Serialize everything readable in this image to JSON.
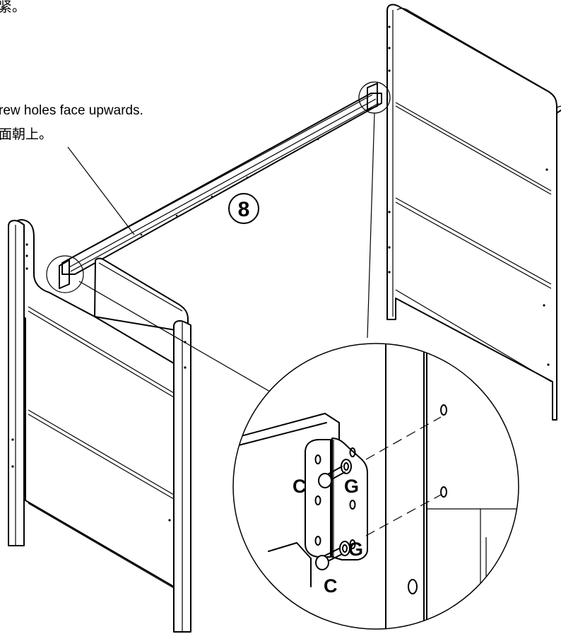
{
  "text": {
    "top_fragment": "紧。",
    "note_en": "rew holes face upwards.",
    "note_zh": "面朝上。",
    "step_number": "8",
    "label_c_top": "C",
    "label_g_top": "G",
    "label_c_bottom": "C",
    "label_g_bottom": "G"
  },
  "parts": {
    "screw": "C",
    "washer": "G"
  }
}
